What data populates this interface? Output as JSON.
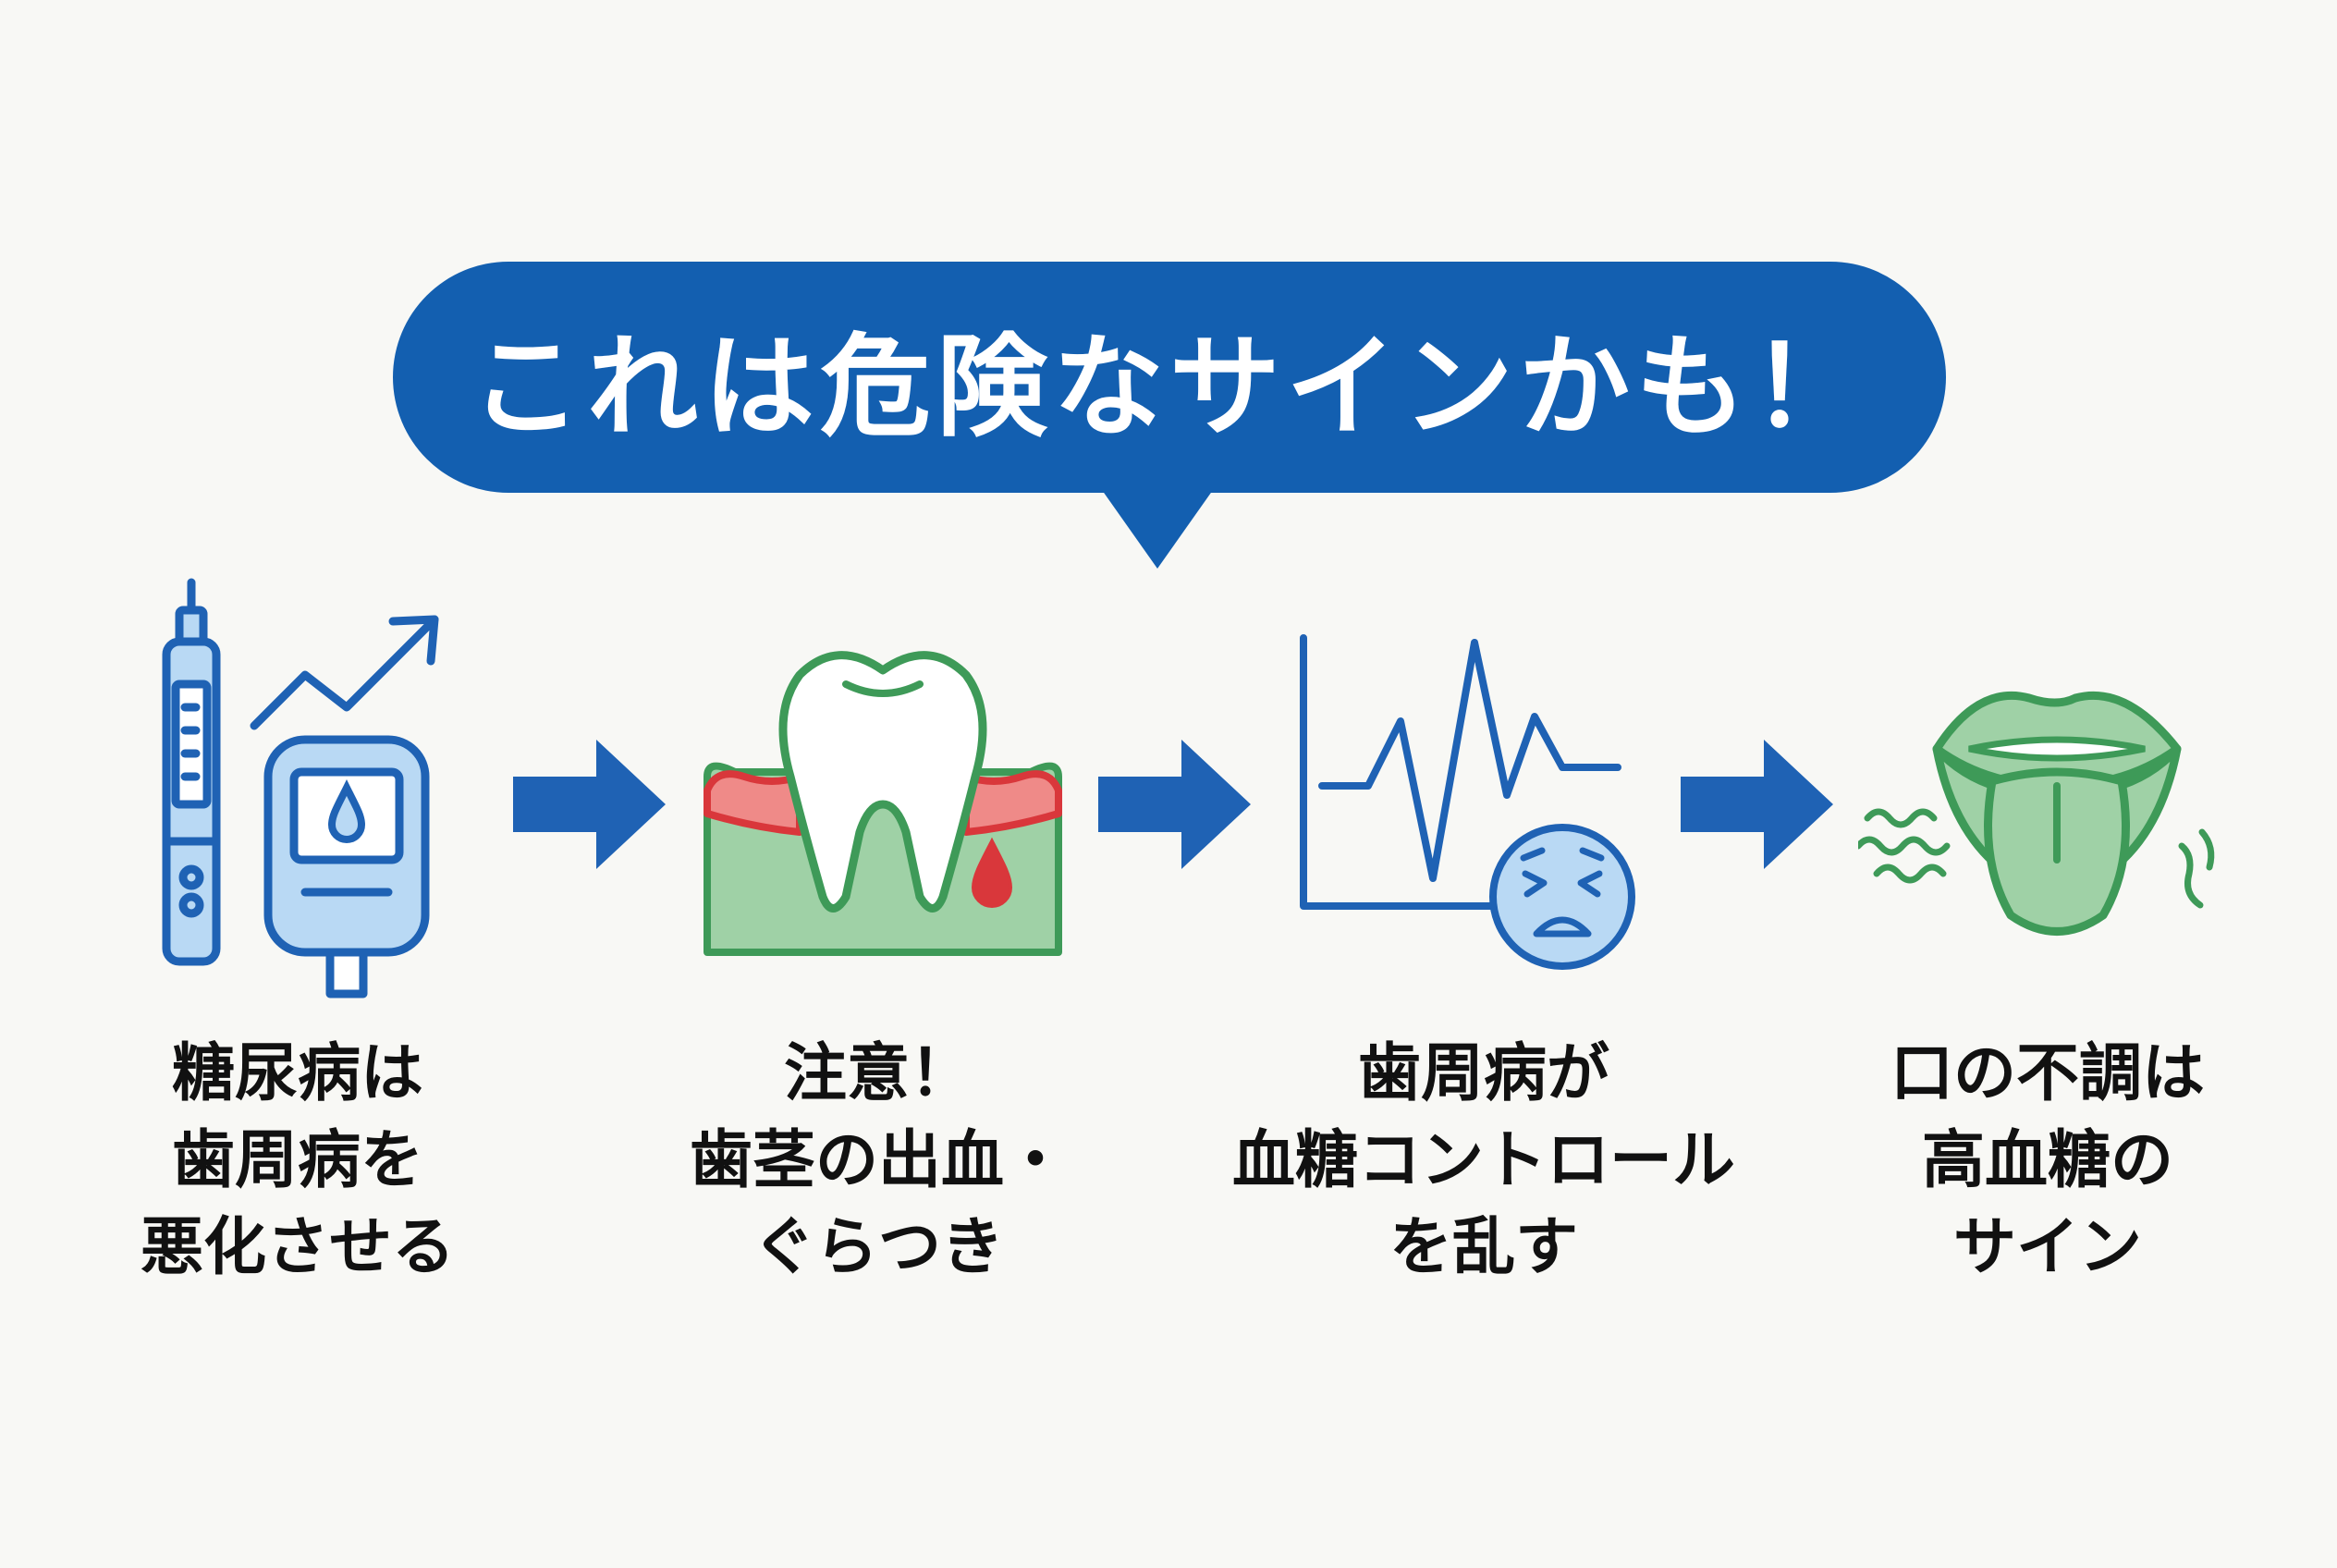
{
  "headline": "これは危険なサインかも！",
  "colors": {
    "blue": "#135fb0",
    "icon_blue": "#1f62b4",
    "light_blue": "#b9d9f4",
    "green": "#3e9a58",
    "light_green": "#9fd1a6",
    "red": "#d9373b",
    "light_red": "#ef8a88"
  },
  "steps": [
    {
      "icon": "insulin-pen-glucometer-icon",
      "lines": [
        "糖尿病は",
        "歯周病を",
        "悪化させる"
      ]
    },
    {
      "icon": "bleeding-gum-tooth-icon",
      "lines": [
        "注意！",
        "歯茎の出血・",
        "ぐらつき"
      ]
    },
    {
      "icon": "blood-sugar-graph-icon",
      "lines": [
        "歯周病が",
        "血糖コントロール",
        "を乱す"
      ]
    },
    {
      "icon": "mouth-tongue-odor-icon",
      "lines": [
        "口の不調は",
        "高血糖の",
        "サイン"
      ]
    }
  ]
}
